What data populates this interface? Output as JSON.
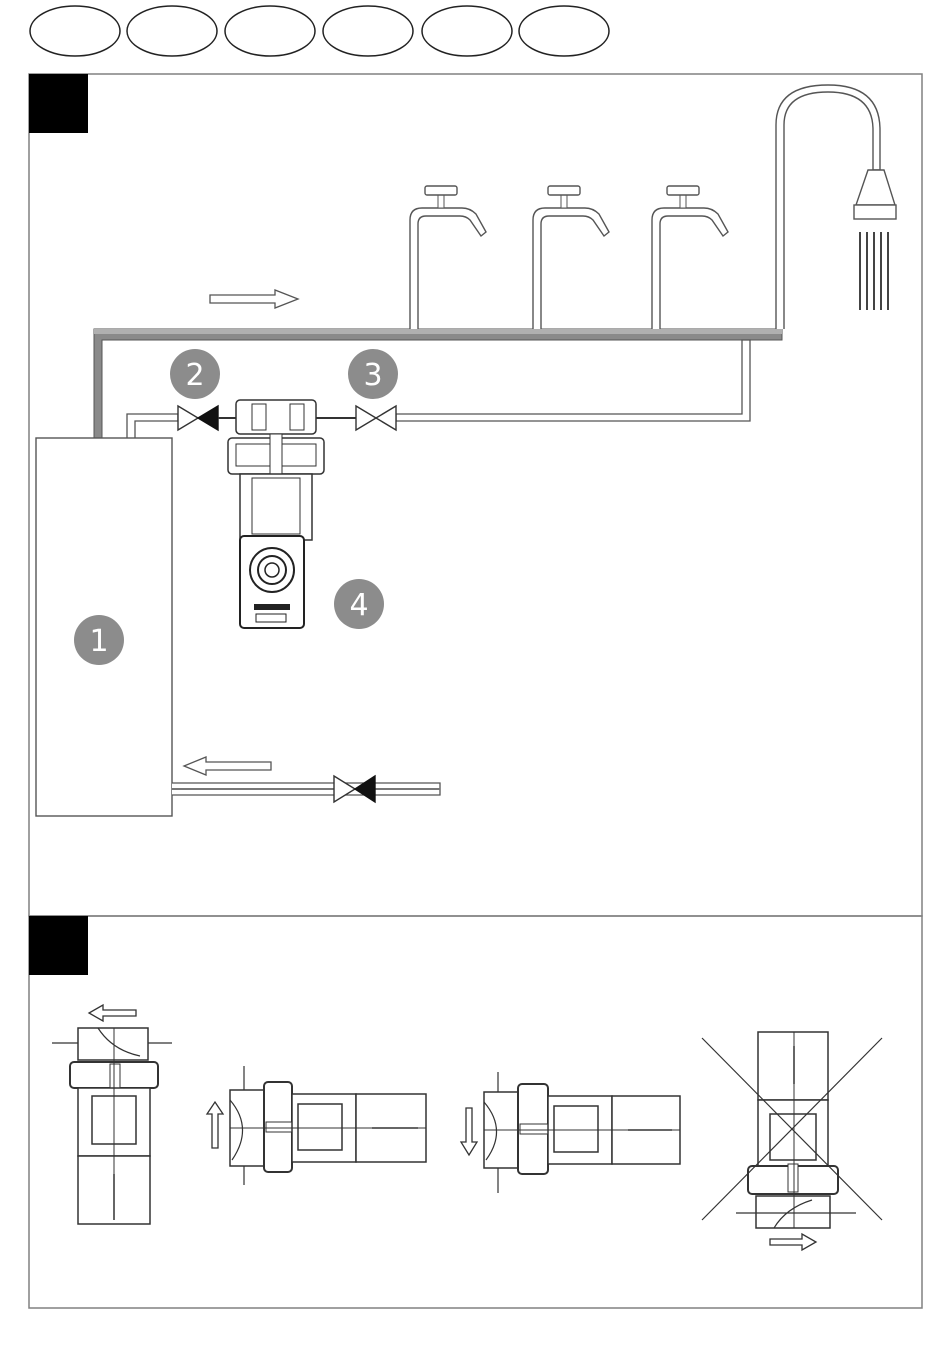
{
  "language_tabs": [
    "",
    "",
    "",
    "",
    "",
    ""
  ],
  "panels": [
    {
      "id": "installation-diagram",
      "badge": ""
    },
    {
      "id": "orientation-diagram",
      "badge": ""
    }
  ],
  "callouts": [
    {
      "label": "1",
      "refers_to": "water-heater"
    },
    {
      "label": "2",
      "refers_to": "inlet-valve"
    },
    {
      "label": "3",
      "refers_to": "outlet-valve"
    },
    {
      "label": "4",
      "refers_to": "filter-unit"
    }
  ],
  "orientation_views": [
    {
      "name": "vertical",
      "allowed": true
    },
    {
      "name": "horizontal-up",
      "allowed": true
    },
    {
      "name": "horizontal-down",
      "allowed": true
    },
    {
      "name": "inverted",
      "allowed": false
    }
  ],
  "colors": {
    "line": "#2a2a2a",
    "pipe_gray": "#8a8a8a",
    "callout_fill": "#8c8c8c",
    "badge_fill": "#000000",
    "frame": "#808080"
  }
}
